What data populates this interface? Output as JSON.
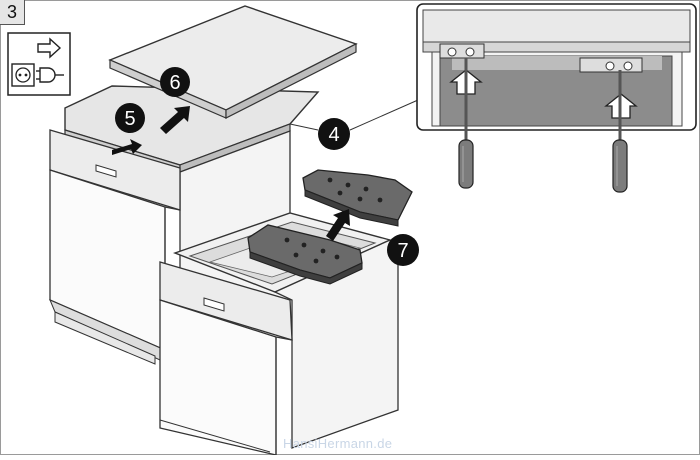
{
  "step_number": "3",
  "callouts": [
    {
      "id": "callout-6",
      "label": "6"
    },
    {
      "id": "callout-5",
      "label": "5"
    },
    {
      "id": "callout-4",
      "label": "4"
    },
    {
      "id": "callout-7",
      "label": "7"
    }
  ],
  "watermark": "HansiHermann.de",
  "icons": [
    "arrow-right-icon",
    "power-plug-icon",
    "screwdriver-icon"
  ]
}
